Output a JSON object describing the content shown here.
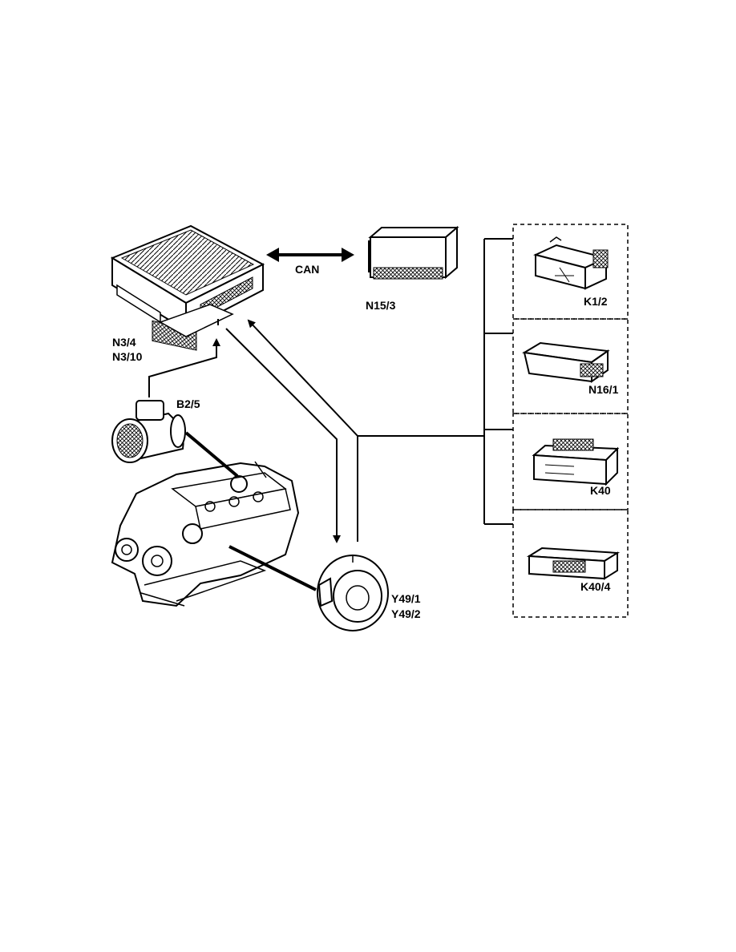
{
  "diagram": {
    "labels": {
      "can": "CAN",
      "ecu_line1": "N3/4",
      "ecu_line2": "N3/10",
      "n15_3": "N15/3",
      "b2_5": "B2/5",
      "y49_line1": "Y49/1",
      "y49_line2": "Y49/2",
      "k1_2": "K1/2",
      "n16_1": "N16/1",
      "k40": "K40",
      "k40_4": "K40/4"
    },
    "colors": {
      "line": "#000000",
      "background": "#ffffff",
      "shading": "#bdbdbd"
    }
  }
}
